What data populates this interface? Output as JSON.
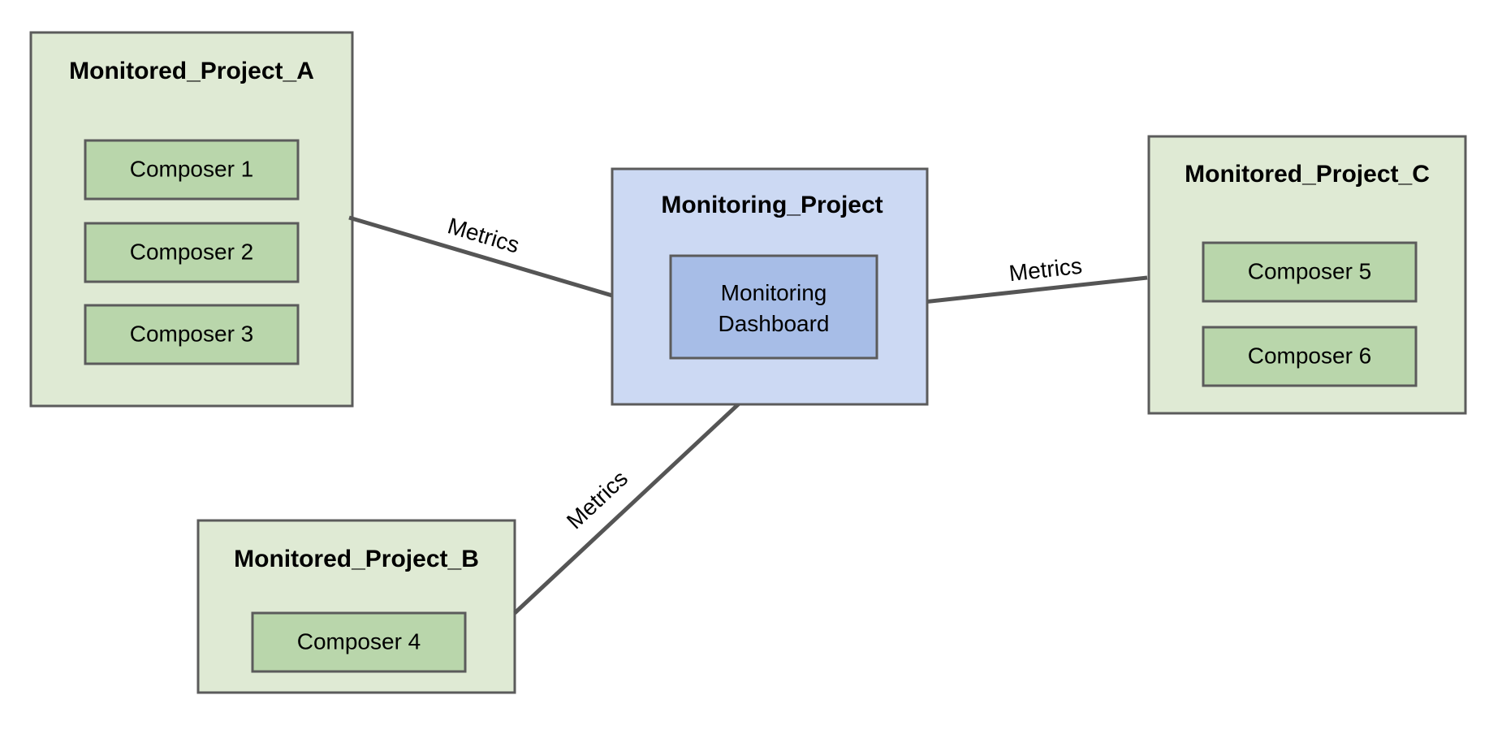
{
  "diagram": {
    "type": "architecture-flow",
    "background_color": "#ffffff",
    "palette": {
      "project_container_fill": "#dfead4",
      "composer_fill": "#b9d6ab",
      "monitoring_project_fill": "#ccd9f3",
      "dashboard_fill": "#a7bde7",
      "border": "#5b5b5b",
      "edge": "#555555",
      "text": "#000000"
    },
    "nodes": [
      {
        "id": "monitored_project_a",
        "title": "Monitored_Project_A",
        "kind": "project-container",
        "children": [
          {
            "id": "composer_1",
            "label": "Composer 1"
          },
          {
            "id": "composer_2",
            "label": "Composer 2"
          },
          {
            "id": "composer_3",
            "label": "Composer 3"
          }
        ]
      },
      {
        "id": "monitored_project_b",
        "title": "Monitored_Project_B",
        "kind": "project-container",
        "children": [
          {
            "id": "composer_4",
            "label": "Composer 4"
          }
        ]
      },
      {
        "id": "monitored_project_c",
        "title": "Monitored_Project_C",
        "kind": "project-container",
        "children": [
          {
            "id": "composer_5",
            "label": "Composer 5"
          },
          {
            "id": "composer_6",
            "label": "Composer 6"
          }
        ]
      },
      {
        "id": "monitoring_project",
        "title": "Monitoring_Project",
        "kind": "monitoring-container",
        "children": [
          {
            "id": "monitoring_dashboard",
            "label_line_1": "Monitoring",
            "label_line_2": "Dashboard"
          }
        ]
      }
    ],
    "edges": [
      {
        "id": "edge_a_to_dashboard",
        "label": "Metrics",
        "from": "monitored_project_a",
        "to": "monitoring_dashboard",
        "direction": "one-way"
      },
      {
        "id": "edge_b_to_dashboard",
        "label": "Metrics",
        "from": "monitored_project_b",
        "to": "monitoring_dashboard",
        "direction": "one-way"
      },
      {
        "id": "edge_c_to_dashboard",
        "label": "Metrics",
        "from": "monitored_project_c",
        "to": "monitoring_dashboard",
        "direction": "one-way"
      }
    ]
  }
}
